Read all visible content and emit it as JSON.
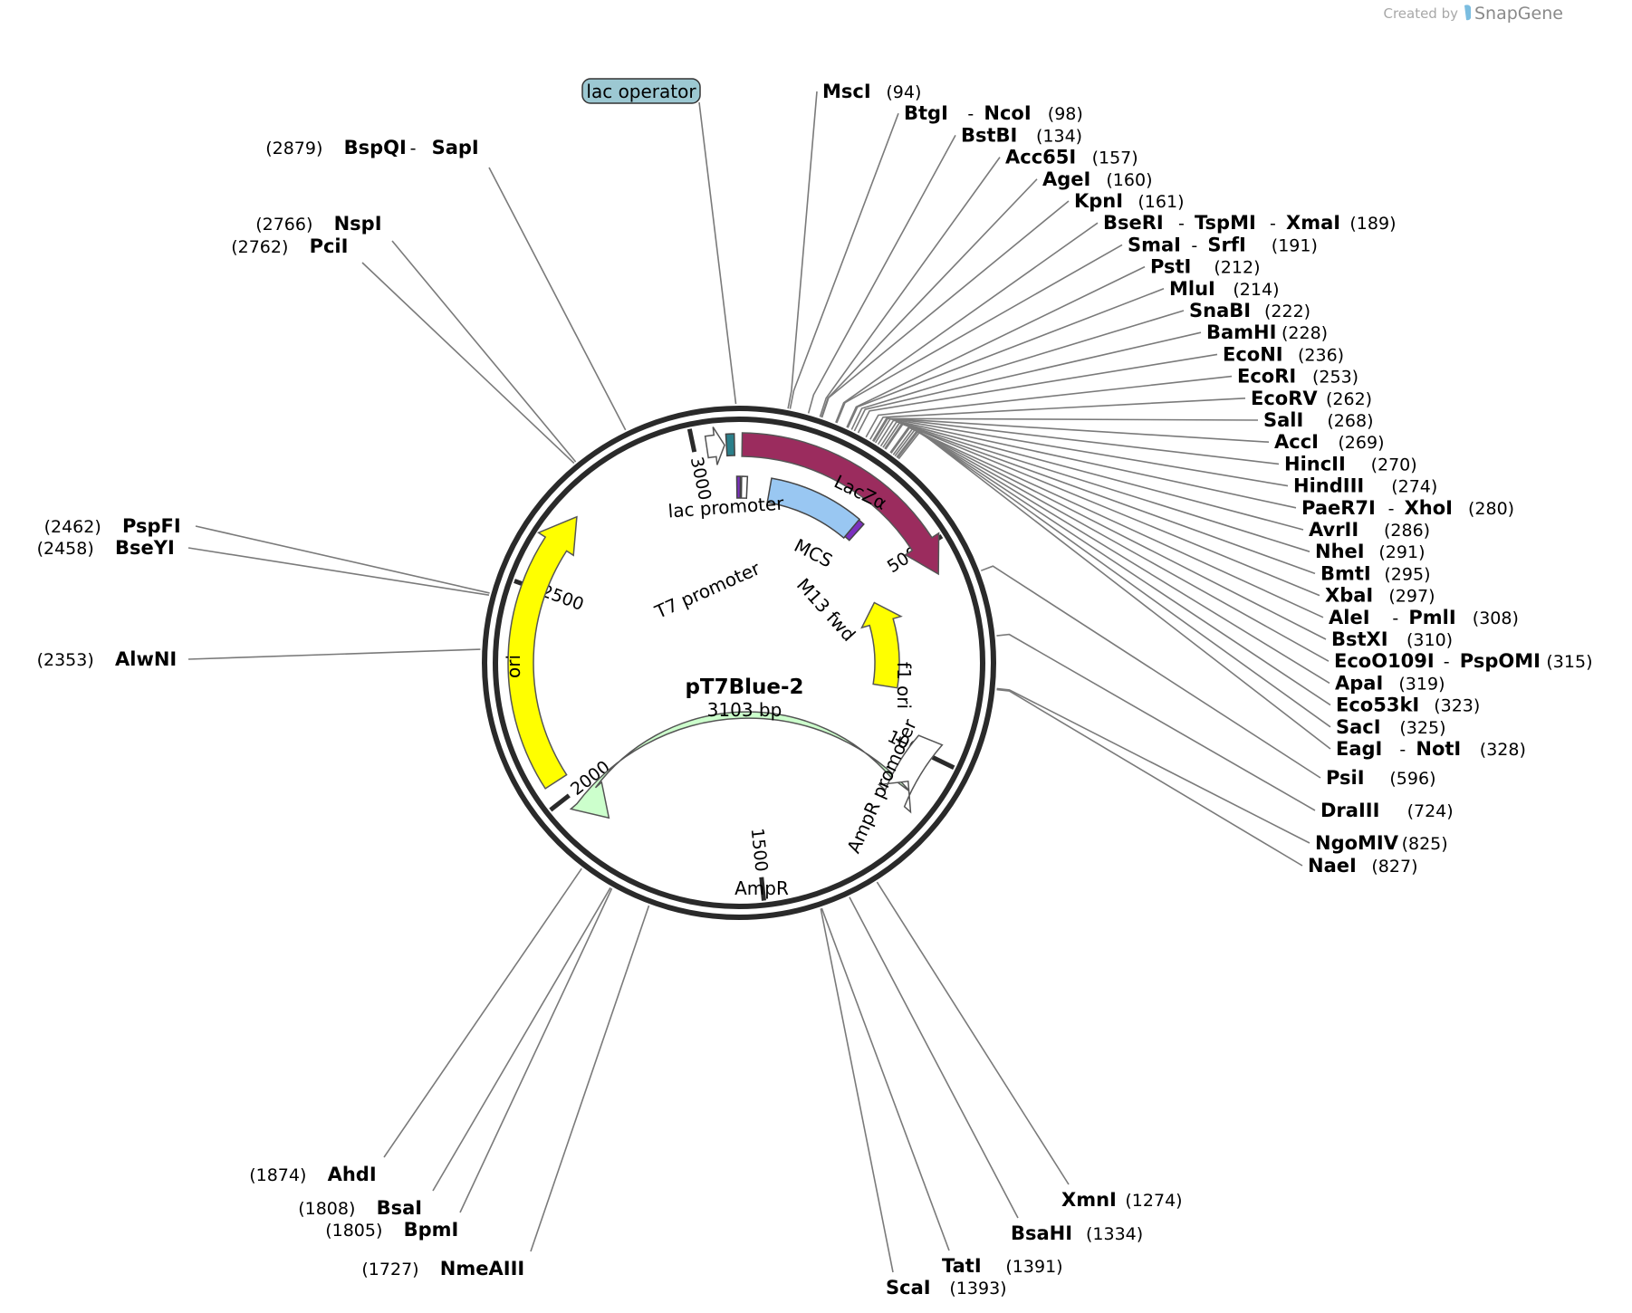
{
  "plasmid": {
    "name": "pT7Blue-2",
    "length_label": "3103 bp",
    "length": 3103
  },
  "branding": {
    "created_by": "Created by",
    "product": "SnapGene"
  },
  "ticks": [
    {
      "pos": 500,
      "label": "500"
    },
    {
      "pos": 1000,
      "label": "1000"
    },
    {
      "pos": 1500,
      "label": "1500"
    },
    {
      "pos": 2000,
      "label": "2000"
    },
    {
      "pos": 2500,
      "label": "2500"
    },
    {
      "pos": 3000,
      "label": "3000"
    }
  ],
  "colors": {
    "lacza": "#9b2c5e",
    "mcs": "#99c7f2",
    "ori": "#ffff00",
    "f1ori": "#ffff00",
    "ampr": "#ccffcc",
    "lac_operator": "#9cc8d2",
    "lac_promoter_box": "#2b7f8a",
    "t7": "#7b2fbf",
    "m13": "#7b2fbf",
    "ampr_promoter": "#ffffff"
  },
  "features": {
    "lacza": "LacZα",
    "mcs": "MCS",
    "ori": "ori",
    "f1ori": "f1 ori",
    "ampr": "AmpR",
    "ampr_promoter": "AmpR promoter",
    "lac_promoter": "lac promoter",
    "t7_promoter": "T7 promoter",
    "m13_fwd": "M13 fwd",
    "lac_operator": "lac operator"
  },
  "sites": {
    "right": [
      {
        "names": [
          "MscI"
        ],
        "pos": "(94)"
      },
      {
        "names": [
          "BtgI",
          "NcoI"
        ],
        "pos": "(98)"
      },
      {
        "names": [
          "BstBI"
        ],
        "pos": "(134)"
      },
      {
        "names": [
          "Acc65I"
        ],
        "pos": "(157)"
      },
      {
        "names": [
          "AgeI"
        ],
        "pos": "(160)"
      },
      {
        "names": [
          "KpnI"
        ],
        "pos": "(161)"
      },
      {
        "names": [
          "BseRI",
          "TspMI",
          "XmaI"
        ],
        "pos": "(189)"
      },
      {
        "names": [
          "SmaI",
          "SrfI"
        ],
        "pos": "(191)"
      },
      {
        "names": [
          "PstI"
        ],
        "pos": "(212)"
      },
      {
        "names": [
          "MluI"
        ],
        "pos": "(214)"
      },
      {
        "names": [
          "SnaBI"
        ],
        "pos": "(222)"
      },
      {
        "names": [
          "BamHI"
        ],
        "pos": "(228)"
      },
      {
        "names": [
          "EcoNI"
        ],
        "pos": "(236)"
      },
      {
        "names": [
          "EcoRI"
        ],
        "pos": "(253)"
      },
      {
        "names": [
          "EcoRV"
        ],
        "pos": "(262)"
      },
      {
        "names": [
          "SalI"
        ],
        "pos": "(268)"
      },
      {
        "names": [
          "AccI"
        ],
        "pos": "(269)"
      },
      {
        "names": [
          "HincII"
        ],
        "pos": "(270)"
      },
      {
        "names": [
          "HindIII"
        ],
        "pos": "(274)"
      },
      {
        "names": [
          "PaeR7I",
          "XhoI"
        ],
        "pos": "(280)"
      },
      {
        "names": [
          "AvrII"
        ],
        "pos": "(286)"
      },
      {
        "names": [
          "NheI"
        ],
        "pos": "(291)"
      },
      {
        "names": [
          "BmtI"
        ],
        "pos": "(295)"
      },
      {
        "names": [
          "XbaI"
        ],
        "pos": "(297)"
      },
      {
        "names": [
          "AleI",
          "PmlI"
        ],
        "pos": "(308)"
      },
      {
        "names": [
          "BstXI"
        ],
        "pos": "(310)"
      },
      {
        "names": [
          "EcoO109I",
          "PspOMI"
        ],
        "pos": "(315)"
      },
      {
        "names": [
          "ApaI"
        ],
        "pos": "(319)"
      },
      {
        "names": [
          "Eco53kI"
        ],
        "pos": "(323)"
      },
      {
        "names": [
          "SacI"
        ],
        "pos": "(325)"
      },
      {
        "names": [
          "EagI",
          "NotI"
        ],
        "pos": "(328)"
      },
      {
        "names": [
          "PsiI"
        ],
        "pos": "(596)"
      },
      {
        "names": [
          "DraIII"
        ],
        "pos": "(724)"
      },
      {
        "names": [
          "NgoMIV"
        ],
        "pos": "(825)"
      },
      {
        "names": [
          "NaeI"
        ],
        "pos": "(827)"
      }
    ],
    "bottom_right": [
      {
        "names": [
          "XmnI"
        ],
        "pos": "(1274)"
      },
      {
        "names": [
          "BsaHI"
        ],
        "pos": "(1334)"
      },
      {
        "names": [
          "TatI"
        ],
        "pos": "(1391)"
      },
      {
        "names": [
          "ScaI"
        ],
        "pos": "(1393)"
      }
    ],
    "left": [
      {
        "names": [
          "BspQI",
          "SapI"
        ],
        "pos": "(2879)"
      },
      {
        "names": [
          "NspI"
        ],
        "pos": "(2766)"
      },
      {
        "names": [
          "PciI"
        ],
        "pos": "(2762)"
      },
      {
        "names": [
          "PspFI"
        ],
        "pos": "(2462)"
      },
      {
        "names": [
          "BseYI"
        ],
        "pos": "(2458)"
      },
      {
        "names": [
          "AlwNI"
        ],
        "pos": "(2353)"
      },
      {
        "names": [
          "AhdI"
        ],
        "pos": "(1874)"
      },
      {
        "names": [
          "BsaI"
        ],
        "pos": "(1808)"
      },
      {
        "names": [
          "BpmI"
        ],
        "pos": "(1805)"
      },
      {
        "names": [
          "NmeAIII"
        ],
        "pos": "(1727)"
      }
    ]
  }
}
